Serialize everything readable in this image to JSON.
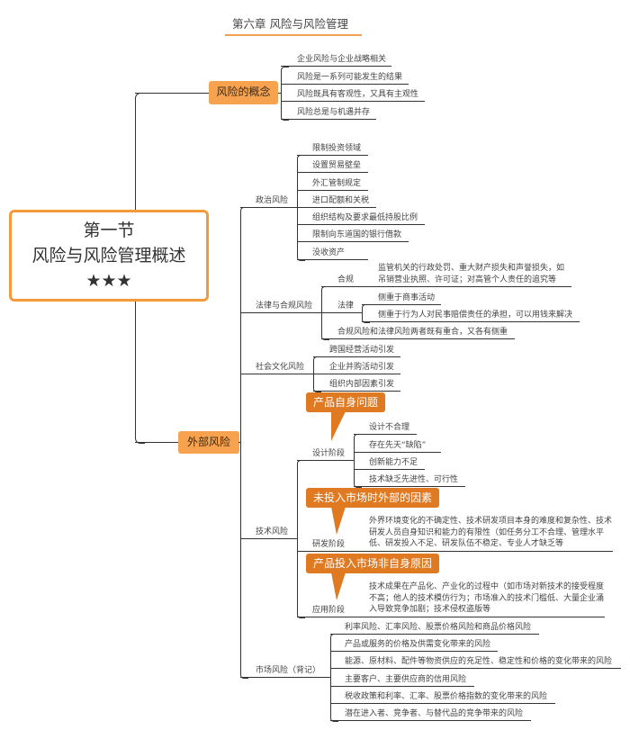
{
  "title": "第六章 风险与风险管理",
  "root": {
    "line1": "第一节",
    "line2": "风险与风险管理概述",
    "stars": "★★★"
  },
  "concept": {
    "label": "风险的概念",
    "items": [
      "企业风险与企业战略相关",
      "风险是一系列可能发生的结果",
      "风险既具有客观性，又具有主观性",
      "风险总是与机遇并存"
    ]
  },
  "external": {
    "label": "外部风险",
    "political": {
      "label": "政治风险",
      "items": [
        "限制投资领域",
        "设置贸易壁垒",
        "外汇管制规定",
        "进口配额和关税",
        "组织结构及要求最低持股比例",
        "限制向东道国的银行借款",
        "没收资产"
      ]
    },
    "legal": {
      "label": "法律与合规风险",
      "compliance": {
        "label": "合规",
        "text": "监管机关的行政处罚、重大财产损失和声誉损失，如吊销营业执照、许可证；对高管个人责任的追究等"
      },
      "law": {
        "label": "法律",
        "items": [
          "侧重于商事活动",
          "侧重于行为人对民事赔偿责任的承担，可以用钱来解决"
        ]
      },
      "overlap": "合规风险和法律风险两者既有重合，又各有侧重"
    },
    "social": {
      "label": "社会文化风险",
      "items": [
        "跨国经营活动引发",
        "企业并购活动引发",
        "组织内部因素引发"
      ]
    },
    "tech": {
      "label": "技术风险",
      "design": {
        "label": "设计阶段",
        "callout": "产品自身问题",
        "items": [
          "设计不合理",
          "存在先天“缺陷”",
          "创新能力不足",
          "技术缺乏先进性、可行性"
        ]
      },
      "rnd": {
        "label": "研发阶段",
        "callout": "未投入市场时外部的因素",
        "text": "外界环境变化的不确定性、技术研发项目本身的难度和复杂性、技术研发人员自身知识和能力的有限性（如任务分工不合理、管理水平低、研发投入不足、研发队伍不稳定、专业人才缺乏等"
      },
      "application": {
        "label": "应用阶段",
        "callout": "产品投入市场非自身原因",
        "text": "技术成果在产品化、产业化的过程中（如市场对新技术的接受程度不高；他人的技术模仿行为；市场准入的技术门槛低、大量企业涌入导致竞争加剧；技术侵权盗版等"
      }
    },
    "market": {
      "label": "市场风险（背记）",
      "items": [
        "利率风险、汇率风险、股票价格风险和商品价格风险",
        "产品或服务的价格及供需变化带来的风险",
        "能源、原材料、配件等物资供应的充足性、稳定性和价格的变化带来的风险",
        "主要客户、主要供应商的信用风险",
        "税收政策和利率、汇率、股票价格指数的变化带来的风险",
        "潜在进入者、竞争者、与替代品的竞争带来的风险"
      ]
    }
  },
  "colors": {
    "box": "#f7a24e",
    "callout": "#e07a22",
    "border": "#f39a3c",
    "line": "#333333"
  }
}
